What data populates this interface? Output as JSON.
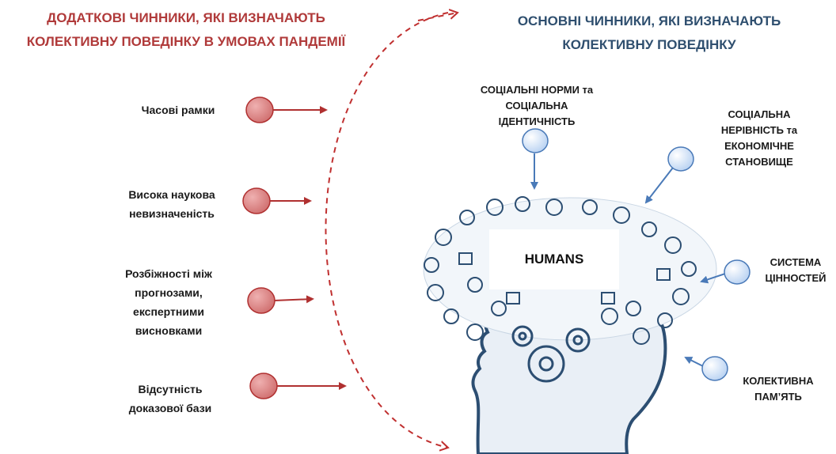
{
  "left_title": "ДОДАТКОВІ ЧИННИКИ, ЯКІ ВИЗНАЧАЮТЬ\nКОЛЕКТИВНУ ПОВЕДІНКУ В УМОВАХ ПАНДЕМІЇ",
  "right_title": "ОСНОВНІ ЧИННИКИ, ЯКІ ВИЗНАЧАЮТЬ\nКОЛЕКТИВНУ ПОВЕДІНКУ",
  "left_factors": [
    {
      "label": "Часові рамки"
    },
    {
      "label": "Висока наукова\nневизначеність"
    },
    {
      "label": "Розбіжності між\nпрогнозами,\nекспертними\nвисновками"
    },
    {
      "label": "Відсутність\nдоказової бази"
    }
  ],
  "right_factors": [
    {
      "label": "СОЦІАЛЬНІ НОРМИ та\nСОЦІАЛЬНА\nІДЕНТИЧНІСТЬ"
    },
    {
      "label": "СОЦІАЛЬНА\nНЕРІВНІСТЬ та\nЕКОНОМІЧНЕ\nСТАНОВИЩЕ"
    },
    {
      "label": "СИСТЕМА\nЦІННОСТЕЙ"
    },
    {
      "label": "КОЛЕКТИВНА\nПАМ’ЯТЬ"
    }
  ],
  "center_label": "HUMANS",
  "colors": {
    "left_accent": "#b03a3a",
    "right_accent": "#2f4f6f",
    "left_node": "#d98080",
    "right_node": "#cfe0f7",
    "right_arrow": "#4a7ab8"
  }
}
